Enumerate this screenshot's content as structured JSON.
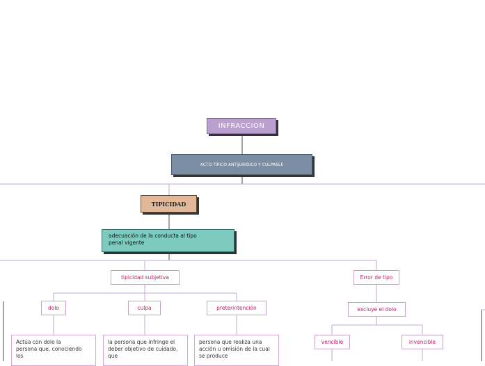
{
  "nodes": {
    "root": "INFRACCION",
    "acto": "ACTO TÍPICO ANTIJURIDICO Y CULPABLE",
    "tipicidad": "TIPICIDAD",
    "adecuacion": "adecuación de la conducta al  tipo penal vigente",
    "tipicidad_subjetiva": "tipicidad subjetiva",
    "error_tipo": "Error de tipo",
    "dolo": "dolo",
    "culpa": "culpa",
    "preterintencion": "preterintención",
    "excluye_dolo": "excluye el dolo",
    "vencible": "vencible",
    "invencible": "invencible",
    "dolo_desc": "Actúa con dolo la persona que, conociendo los",
    "culpa_desc": "la persona que infringe el deber objetivo de cuidado, que",
    "preter_desc": "persona que realiza una acción u omisión de la cual se produce"
  },
  "colors": {
    "root_fill": "#b9a0cf",
    "acto_fill": "#7b8da3",
    "tipicidad_fill": "#e1b99a",
    "adecuacion_fill": "#7ccbbe",
    "connector": "#c7a7d1",
    "pill_text": "#c2186b"
  }
}
